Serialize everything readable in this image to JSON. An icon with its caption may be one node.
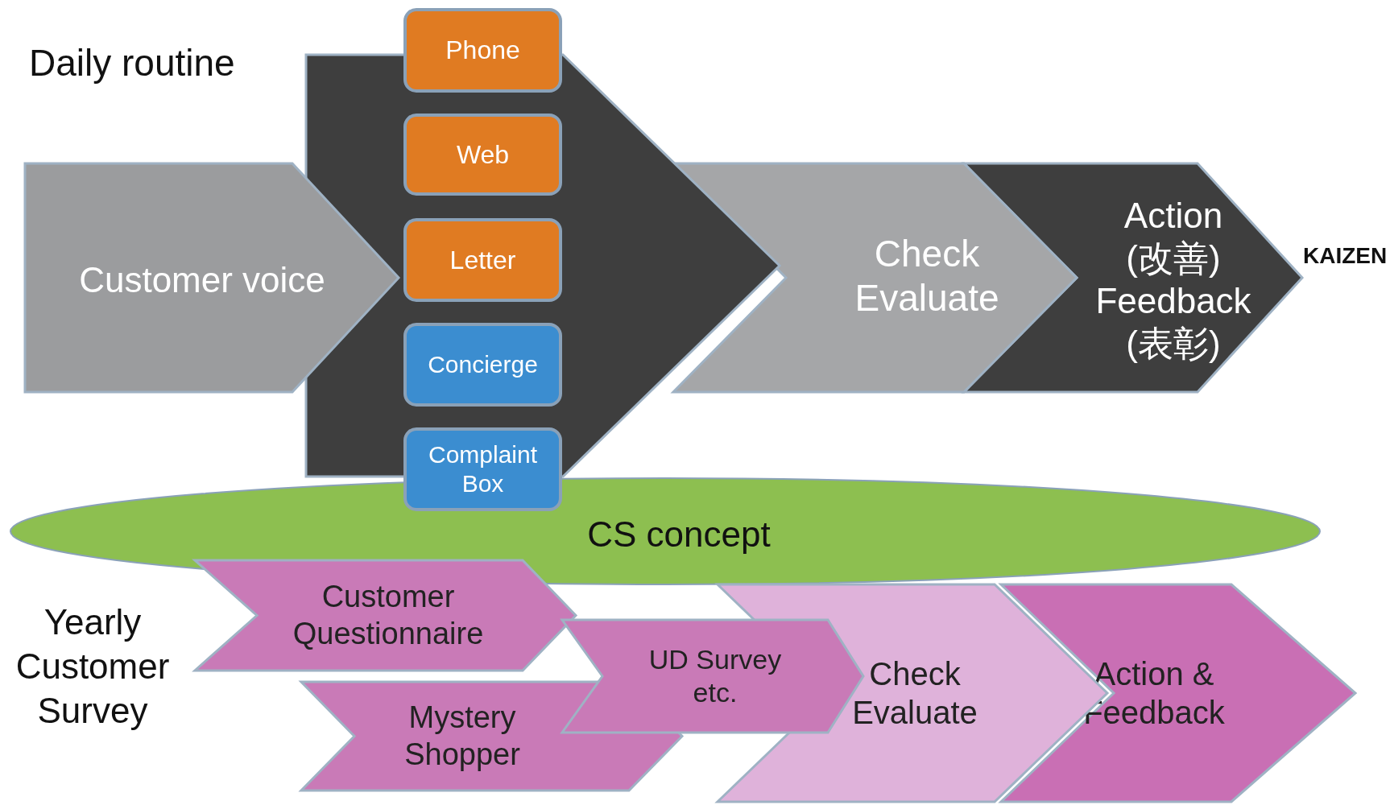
{
  "diagram": {
    "nodes": [
      {
        "text": [
          "Customer voice"
        ]
      },
      {
        "text": [],
        "shape": "chevron"
      },
      {
        "text": [
          "Phone"
        ]
      },
      {
        "text": [
          "Web"
        ],
        "in": 1
      },
      {
        "text": [
          "Letter"
        ],
        "in": 1
      },
      {
        "text": [
          "Concierge"
        ],
        "in": 1
      },
      {
        "text": [
          "Complaint Box"
        ]
      },
      {
        "text": [
          "Check Evaluate"
        ]
      },
      {
        "text": [
          "Action (改善) Feedback (表彰)"
        ],
        "beside": [
          "KAIZEN"
        ]
      },
      {
        "text": [
          "CS concept"
        ]
      },
      {
        "text": [
          "Customer Questionnaire"
        ]
      },
      {
        "text": [
          "Mystery Shopper"
        ]
      },
      {
        "text": [
          "UD Survey etc."
        ]
      },
      {
        "text": [
          "Check Evaluate"
        ]
      },
      {
        "text": [
          "Action & Feedback"
        ]
      }
    ],
    "labels": [
      "Daily routine",
      "Yearly Customer Survey"
    ]
  }
}
